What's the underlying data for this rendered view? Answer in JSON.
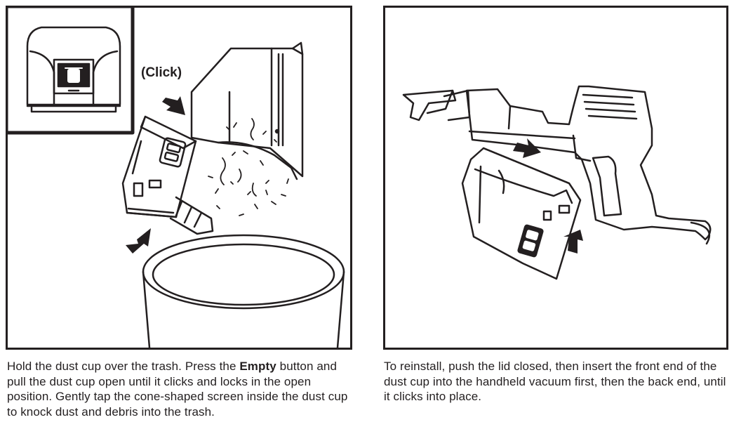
{
  "step_left": {
    "callout": "(Click)",
    "caption_parts": [
      "Hold the dust cup over the trash. Press the ",
      "Empty",
      " button and pull the dust cup open until it clicks and locks in the open position. Gently tap the cone-shaped screen inside the dust cup to knock dust and debris into the trash."
    ],
    "illustration": "empty-dust-cup-over-trash"
  },
  "step_right": {
    "caption": "To reinstall, push the lid closed, then insert the front end of the dust cup into the handheld vacuum first, then the back end, until it clicks into place.",
    "illustration": "reinstall-dust-cup"
  },
  "colors": {
    "ink": "#231f20",
    "paper": "#ffffff"
  },
  "icons": [
    "arrow-icon",
    "trash-icon"
  ]
}
